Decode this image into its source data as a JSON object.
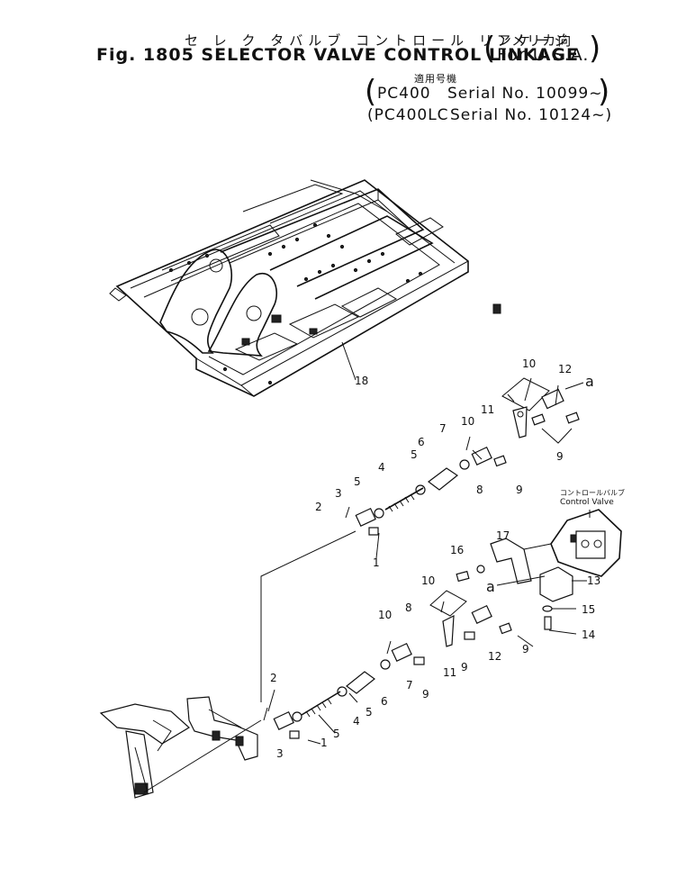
{
  "header": {
    "title_jp": "セ レ ク タバルブ コントロール リンケージ",
    "title_en": "Fig. 1805 SELECTOR VALVE CONTROL LINKAGE",
    "region_jp": "アメリカ向",
    "region_en": "For U.S.A.",
    "applicable_label": "適用号機",
    "serial_1_model": "PC400",
    "serial_1_text": "Serial No. 10099~",
    "serial_2_model": "PC400LC",
    "serial_2_text": "Serial No. 10124~"
  },
  "callouts": {
    "control_valve_jp": "コントロールバルブ",
    "control_valve_en": "Control Valve",
    "ref_a": "a"
  },
  "part_numbers": {
    "frame": "18",
    "upper": [
      "10",
      "12",
      "11",
      "9",
      "10",
      "7",
      "6",
      "8",
      "9",
      "5",
      "4",
      "3",
      "2",
      "5",
      "1"
    ],
    "lower": [
      "17",
      "16",
      "13",
      "10",
      "15",
      "8",
      "10",
      "14",
      "12",
      "9",
      "9",
      "11",
      "9",
      "7",
      "6",
      "5",
      "2",
      "4",
      "5",
      "3",
      "1"
    ]
  }
}
